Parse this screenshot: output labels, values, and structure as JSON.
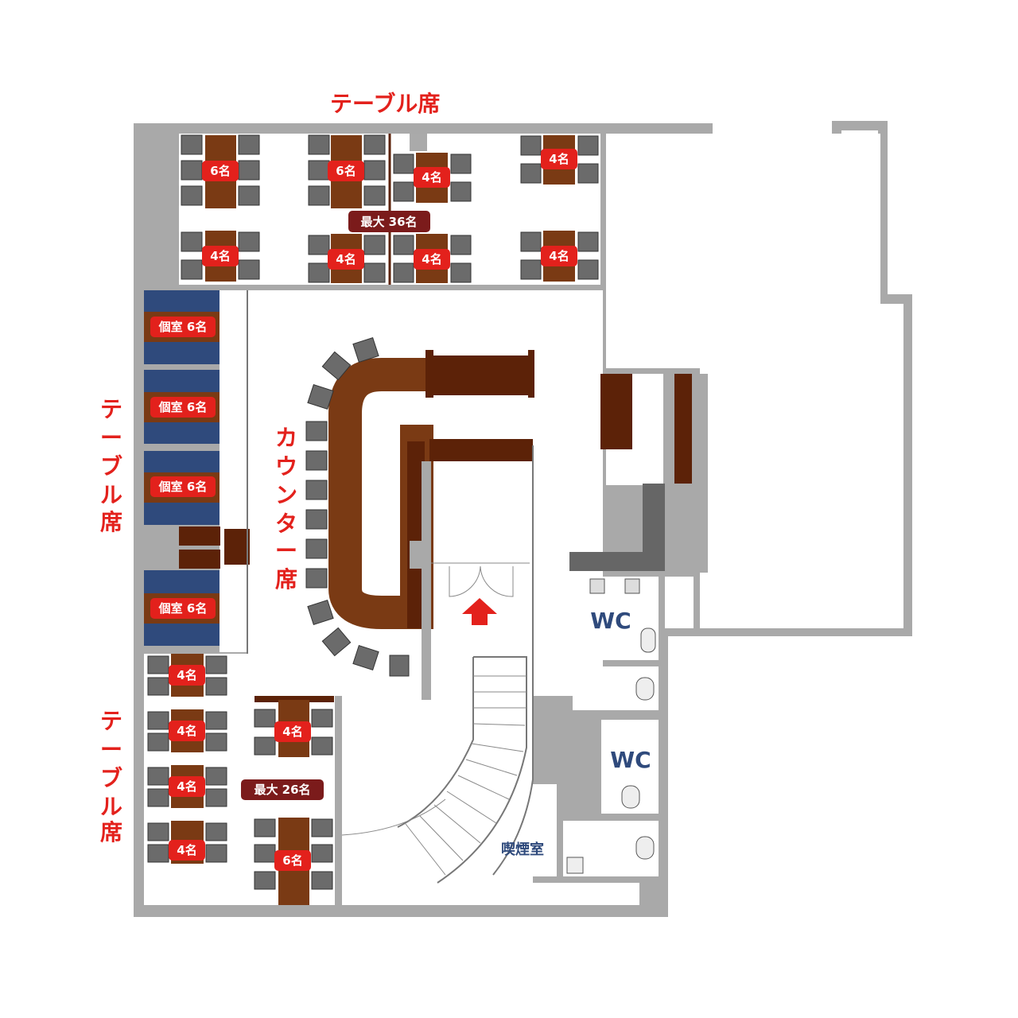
{
  "titles": {
    "top": "テーブル席",
    "left_upper": [
      "テ",
      "ー",
      "ブ",
      "ル",
      "席"
    ],
    "left_lower": [
      "テ",
      "ー",
      "ブ",
      "ル",
      "席"
    ],
    "counter": [
      "カ",
      "ウ",
      "ン",
      "タ",
      "ー",
      "席"
    ]
  },
  "top_room": {
    "capacity": "最大 36名",
    "tables": [
      "6名",
      "6名",
      "4名",
      "4名",
      "4名",
      "4名",
      "4名",
      "4名"
    ]
  },
  "private_rooms": [
    "個室 6名",
    "個室 6名",
    "個室 6名",
    "個室 6名"
  ],
  "bottom_room": {
    "capacity": "最大 26名",
    "tables": [
      "4名",
      "4名",
      "4名",
      "4名",
      "4名",
      "6名"
    ]
  },
  "restrooms": [
    "WC",
    "WC"
  ],
  "smoking_room": "喫煙室",
  "colors": {
    "accent": "#e3211c",
    "capacity_badge": "#7b1b1b",
    "wood": "#7a3a14",
    "sofa": "#2f4a7c",
    "label_blue": "#2f4a7c"
  }
}
